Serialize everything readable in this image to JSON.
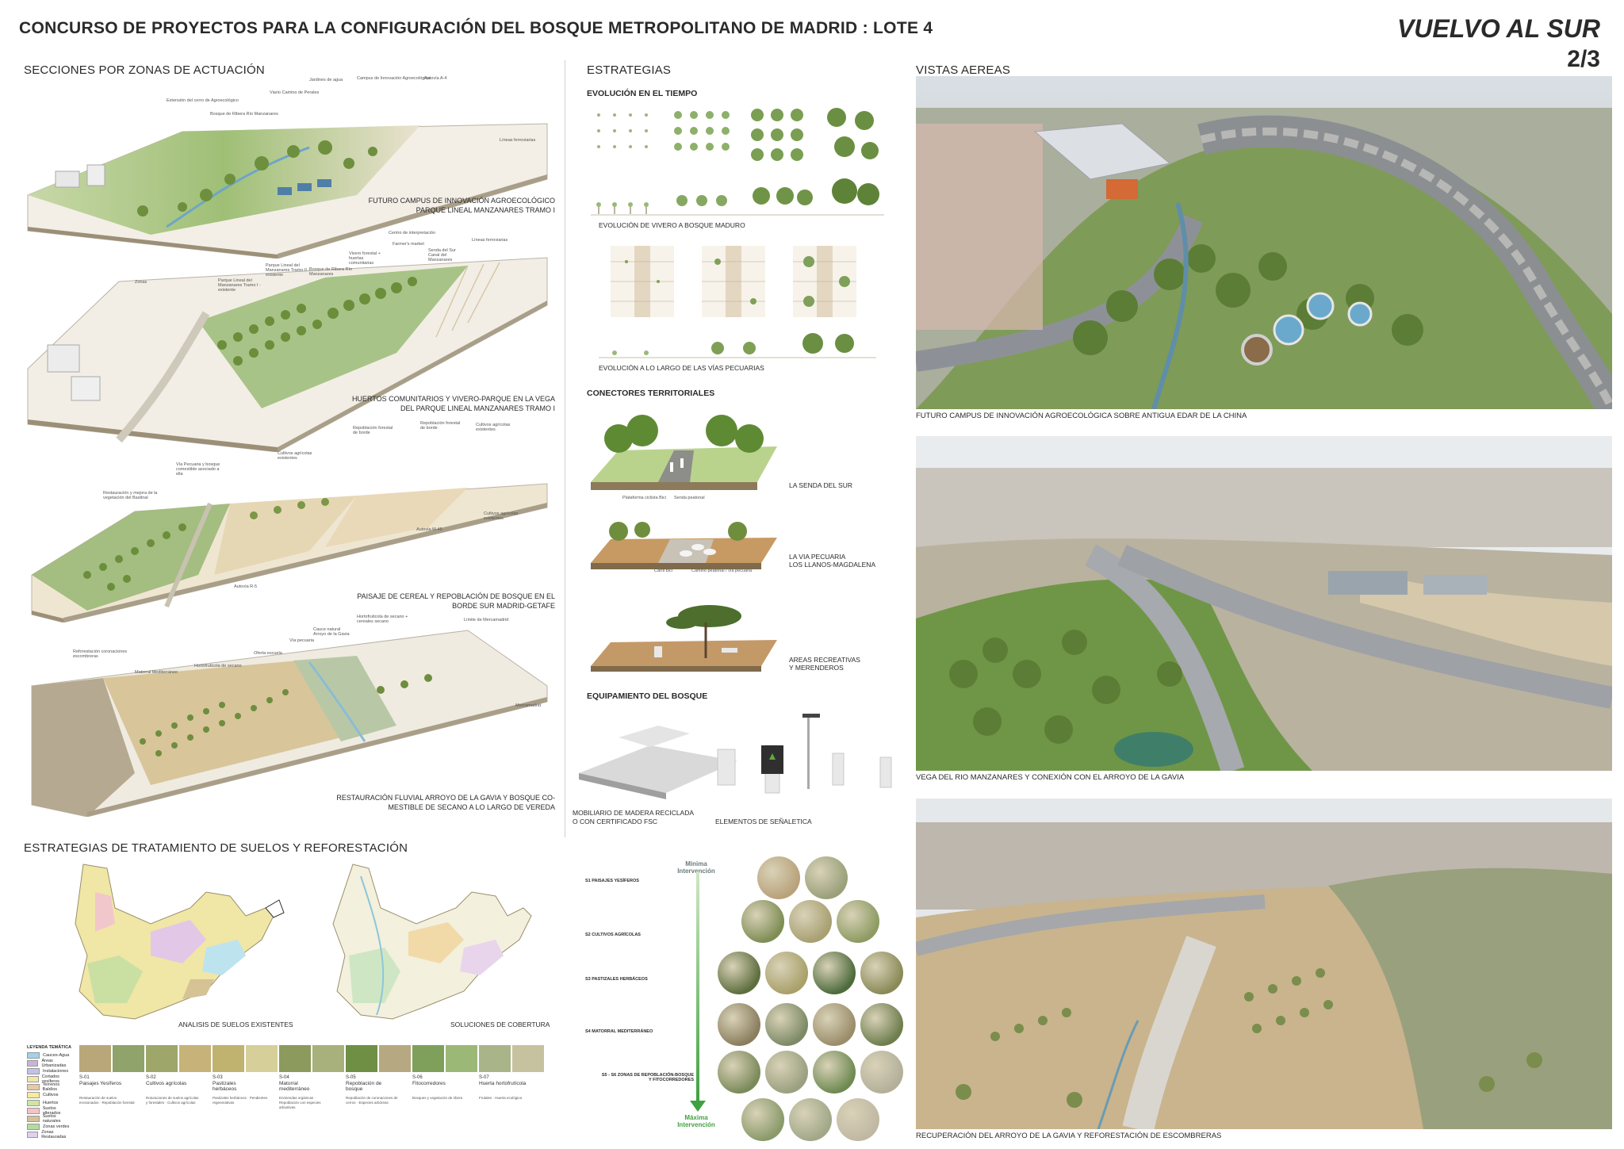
{
  "header": {
    "title": "CONCURSO DE PROYECTOS PARA LA CONFIGURACIÓN DEL BOSQUE METROPOLITANO DE MADRID : LOTE 4",
    "project_name": "VUELVO AL SUR",
    "page": "2/3"
  },
  "sections": {
    "heading": "SECCIONES POR ZONAS DE ACTUACIÓN",
    "s1": {
      "caption1": "FUTURO  CAMPUS DE INNOVACIÓN AGROECOLÓGICO",
      "caption2": "PARQUE LINEAL MANZANARES TRAMO I",
      "labels": [
        "Extensión del cerro de Agroecológico",
        "Bosque de Ribera Río Manzanares",
        "Viario Camino de Perales",
        "Jardines de agua",
        "Campus de Innovación Agroecológica",
        "Autovía A-4",
        "Líneas ferroviarias"
      ]
    },
    "s2": {
      "caption1": "HUERTOS COMUNITARIOS Y VIVERO-PARQUE EN LA VEGA",
      "caption2": "DEL PARQUE LINEAL MANZANARES TRAMO I",
      "labels": [
        "Zonas",
        "Parque Lineal del Manzanares Tramo I - existente",
        "Parque Lineal del Manzanares Tramo II - existente",
        "Bosque de Ribera Río Manzanares",
        "Vivero forestal + huertas comunitarias",
        "Farmer's market",
        "Centro de interpretación",
        "Senda del Sur Canal del Manzanares",
        "Líneas ferroviarias"
      ]
    },
    "s3": {
      "caption1": "PAISAJE DE CEREAL Y REPOBLACIÓN DE BOSQUE EN EL",
      "caption2": "BORDE SUR MADRID-GETAFE",
      "labels": [
        "Restauración y mejora de la vegetación del Bastinal",
        "Vía Pecuaria y bosque comestible asociado a ella",
        "Cultivos agrícolas existentes",
        "Repoblación forestal de borde",
        "Repoblación forestal de borde",
        "Cultivos agrícolas existentes",
        "Autovía M-45",
        "Cultivos agrícolas existentes",
        "Autovía R-5"
      ]
    },
    "s4": {
      "caption1": "RESTAURACIÓN FLUVIAL ARROYO DE LA GAVIA Y BOSQUE CO-",
      "caption2": "MESTIBLE DE SECANO A LO LARGO DE VEREDA",
      "labels": [
        "Reforestación coronaciones escombreras",
        "Matorral Mediterráneo",
        "Hortofruticola de secano",
        "Oferta escuela",
        "Vía pecuaria",
        "Cauce natural Arroyo de la Gavia",
        "Hortofruticola de secano + cereales secano",
        "Límite de Mercamadrid",
        "Mercamadrid"
      ]
    }
  },
  "strategies": {
    "heading": "ESTRATEGIAS",
    "evolution_heading": "EVOLUCIÓN EN EL TIEMPO",
    "evolution_caption1": "EVOLUCIÓN DE VIVERO A BOSQUE MADURO",
    "evolution_caption2": "EVOLUCIÓN A LO LARGO DE LAS VÍAS PECUARIAS",
    "connectors_heading": "CONECTORES TERRITORIALES",
    "connectors": [
      {
        "line1": "LA SENDA DEL SUR",
        "line2": ""
      },
      {
        "line1": "LA VIA PECUARIA",
        "line2": "LOS LLANOS-MAGDALENA"
      },
      {
        "line1": "AREAS RECREATIVAS",
        "line2": "Y MERENDEROS"
      }
    ],
    "connector_small": [
      "Plataforma ciclista Bici",
      "Senda peatonal",
      "Carril bici",
      "Camino peatonal / vía pecuaria"
    ],
    "equipment_heading": "EQUIPAMIENTO DEL BOSQUE",
    "equipment_caption1a": "MOBILIARIO DE MADERA RECICLADA",
    "equipment_caption1b": "O CON CERTIFICADO FSC",
    "equipment_caption2": "ELEMENTOS  DE SEÑALETICA"
  },
  "soils": {
    "heading": "ESTRATEGIAS DE TRATAMIENTO DE SUELOS Y REFORESTACIÓN",
    "map1_caption": "ANALISIS DE SUELOS EXISTENTES",
    "map2_caption": "SOLUCIONES DE COBERTURA",
    "legend_title": "LEYENDA TEMÁTICA",
    "legend": [
      {
        "label": "Cauces-Agua",
        "color": "#9fd3e8"
      },
      {
        "label": "Áreas Urbanizadas",
        "color": "#c9b4d8"
      },
      {
        "label": "Instalaciones",
        "color": "#c2c2e8"
      },
      {
        "label": "Cortados yesíferos",
        "color": "#f2e6a8"
      },
      {
        "label": "Terrenos Baldíos",
        "color": "#e7c9a7"
      },
      {
        "label": "Cultivos",
        "color": "#f7eb9c"
      },
      {
        "label": "Huertos",
        "color": "#cfe6a2"
      },
      {
        "label": "Suelos alterados",
        "color": "#f3c3c8"
      },
      {
        "label": "Suelos naturales",
        "color": "#d6c29a"
      },
      {
        "label": "Zonas verdes",
        "color": "#b5dba0"
      },
      {
        "label": "Zonas Restauradas",
        "color": "#e0d0f0"
      }
    ],
    "types": [
      {
        "code": "S-01",
        "name": "Paisajes Yesíferos",
        "notes": "Restauración de suelos erosionados · Repoblación forestal"
      },
      {
        "code": "S-02",
        "name": "Cultivos agrícolas",
        "notes": "Roturaciones de suelos agrícolas y forestales · Cultivos agrícolas"
      },
      {
        "code": "S-03",
        "name": "Pastizales herbáceos",
        "notes": "Pastizales herbáceos · Pendientes regenerativas"
      },
      {
        "code": "S-04",
        "name": "Matorral mediterráneo",
        "notes": "Enmiendas orgánicas · Repoblación con especies arbustivas"
      },
      {
        "code": "S-05",
        "name": "Repoblación de bosque",
        "notes": "Repoblación de coronaciones de cerros · Especies arbóreas"
      },
      {
        "code": "S-06",
        "name": "Fitocorredores",
        "notes": "Bosques y vegetación de ribera"
      },
      {
        "code": "S-07",
        "name": "Huerta hortofrutícola",
        "notes": "Frutales · Huerta ecológica"
      }
    ],
    "intervention_min": "Mínima Intervención",
    "intervention_max": "Máxima Intervención",
    "zones": [
      "S1 PAISAJES YESÍFEROS",
      "S2 CULTIVOS AGRÍCOLAS",
      "S3 PASTIZALES HERBÁCEOS",
      "S4 MATORRAL MEDITERRÁNEO",
      "S5 - S6 ZONAS DE REPOBLACIÓN-BOSQUE",
      "Y FITOCORREDORES"
    ]
  },
  "aerial": {
    "heading": "VISTAS AEREAS",
    "captions": [
      "FUTURO CAMPUS DE INNOVACIÓN AGROECOLÓGICA SOBRE ANTIGUA EDAR DE LA CHINA",
      "VEGA DEL RIO MANZANARES Y CONEXIÓN CON EL ARROYO DE LA GAVIA",
      "RECUPERACIÓN DEL ARROYO DE LA GAVIA  Y REFORESTACIÓN DE ESCOMBRERAS"
    ]
  }
}
